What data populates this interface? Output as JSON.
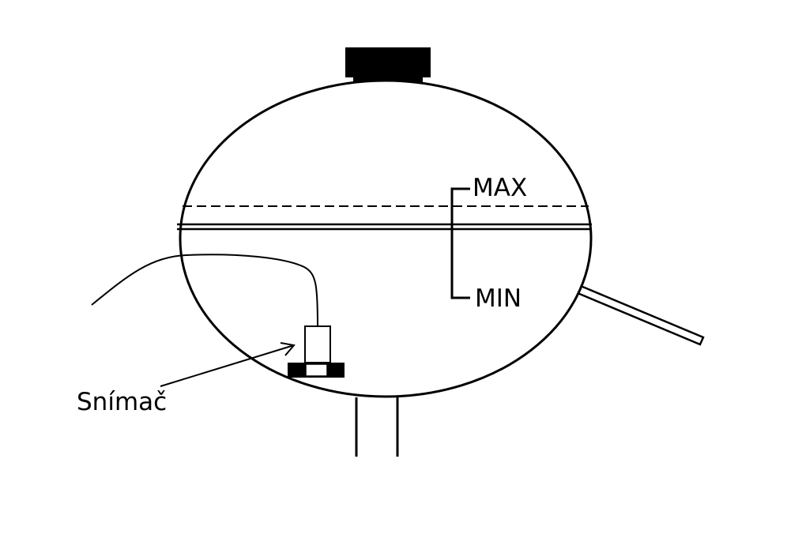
{
  "labels": {
    "max": "MAX",
    "min": "MIN",
    "sensor": "Snímač"
  },
  "colors": {
    "stroke": "#000000",
    "background": "#ffffff"
  }
}
